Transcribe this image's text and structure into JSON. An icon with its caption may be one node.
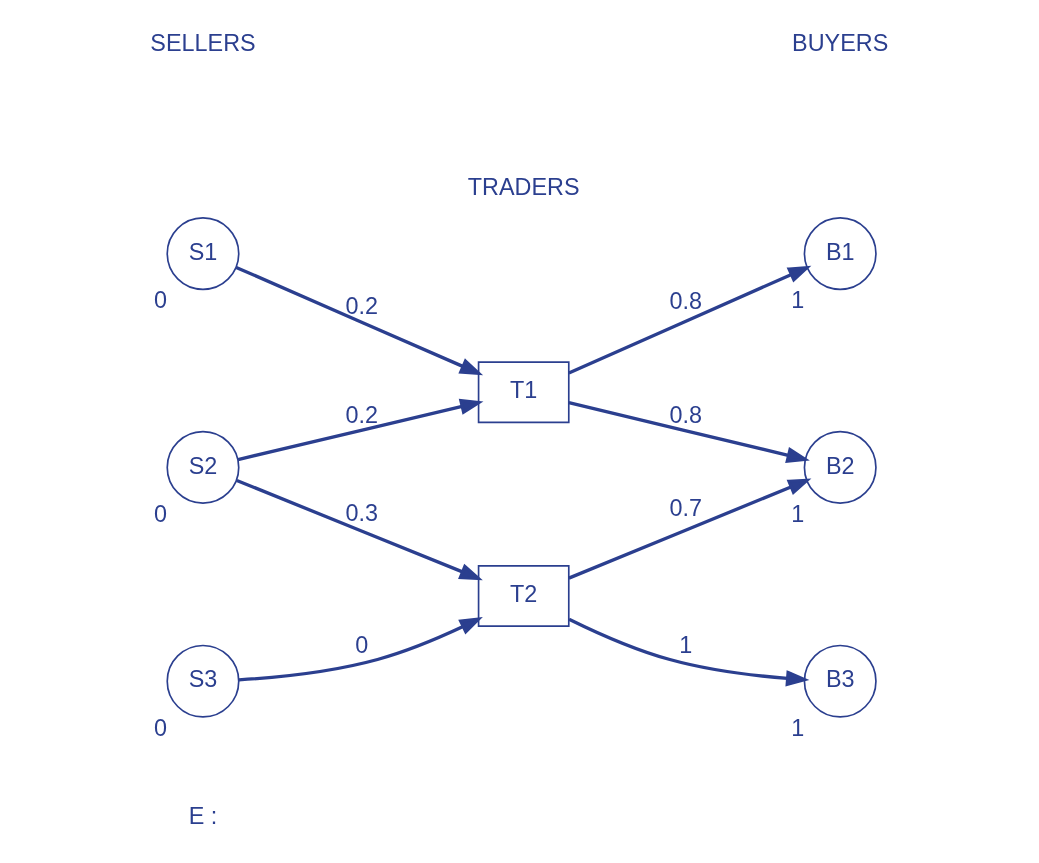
{
  "diagram": {
    "nodes": [
      {
        "text": [
          "S1"
        ],
        "beside": [
          "0"
        ]
      },
      {
        "text": [
          "S2"
        ],
        "beside": [
          "0"
        ]
      },
      {
        "text": [
          "S3"
        ],
        "beside": [
          "0"
        ]
      },
      {
        "text": [
          "T1"
        ]
      },
      {
        "text": [
          "T2"
        ]
      },
      {
        "text": [
          "B1"
        ],
        "beside": [
          "1"
        ]
      },
      {
        "text": [
          "B2"
        ],
        "beside": [
          "1"
        ]
      },
      {
        "text": [
          "B3"
        ],
        "beside": [
          "1"
        ]
      }
    ],
    "edges": [
      {
        "from": 0,
        "to": 3,
        "arrow": "to",
        "label": "0.2"
      },
      {
        "from": 1,
        "to": 3,
        "arrow": "to",
        "label": "0.2"
      },
      {
        "from": 1,
        "to": 4,
        "arrow": "to",
        "label": "0.3"
      },
      {
        "from": 2,
        "to": 4,
        "arrow": "to",
        "label": "0"
      },
      {
        "from": 3,
        "to": 5,
        "arrow": "to",
        "label": "0.8"
      },
      {
        "from": 3,
        "to": 6,
        "arrow": "to",
        "label": "0.8"
      },
      {
        "from": 4,
        "to": 6,
        "arrow": "to",
        "label": "0.7"
      },
      {
        "from": 4,
        "to": 7,
        "arrow": "to",
        "label": "1"
      }
    ],
    "labels": [
      "E :",
      "SELLERS",
      "TRADERS",
      "BUYERS"
    ]
  }
}
